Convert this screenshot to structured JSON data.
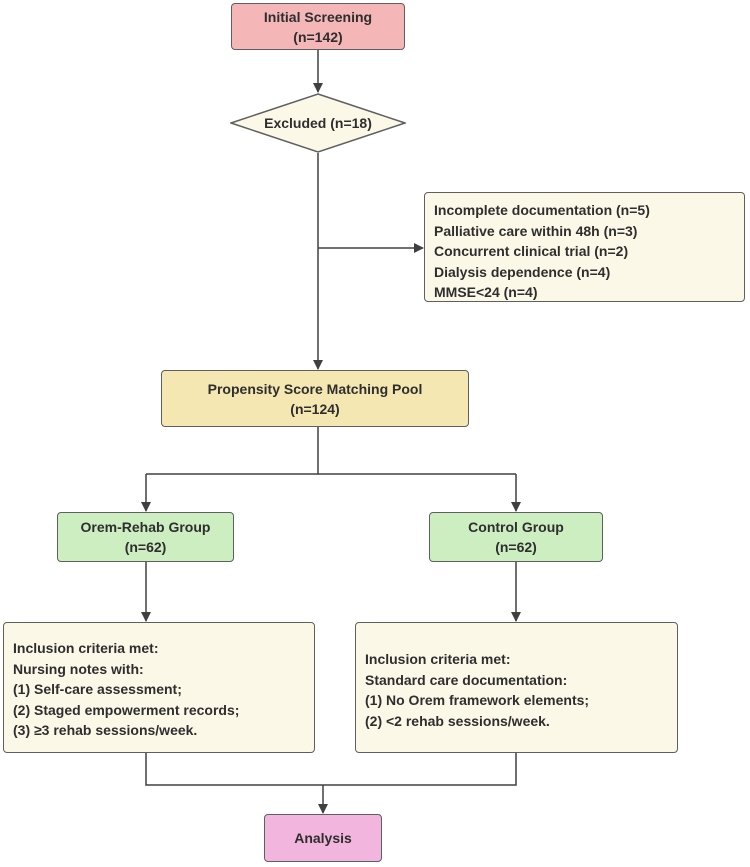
{
  "flowchart": {
    "initial_screening": {
      "title": "Initial Screening",
      "count": "(n=142)"
    },
    "excluded": {
      "label": "Excluded (n=18)"
    },
    "exclusion_reasons": [
      "Incomplete documentation (n=5)",
      "Palliative care within 48h (n=3)",
      "Concurrent clinical trial (n=2)",
      "Dialysis dependence (n=4)",
      "MMSE<24 (n=4)"
    ],
    "psm_pool": {
      "title": "Propensity Score Matching Pool",
      "count": "(n=124)"
    },
    "orem_group": {
      "title": "Orem-Rehab Group",
      "count": "(n=62)"
    },
    "control_group": {
      "title": "Control Group",
      "count": "(n=62)"
    },
    "orem_criteria": [
      "Inclusion criteria met:",
      "Nursing notes with:",
      "(1) Self-care assessment;",
      "(2) Staged empowerment records;",
      "(3) ≥3 rehab sessions/week."
    ],
    "control_criteria": [
      "Inclusion criteria met:",
      "Standard care documentation:",
      "(1) No Orem framework elements;",
      "(2) <2 rehab sessions/week."
    ],
    "analysis": {
      "label": "Analysis"
    }
  },
  "colors": {
    "screening_fill": "#f4b6b6",
    "excluded_fill": "#fcf8e8",
    "reasons_fill": "#fcf8e8",
    "pool_fill": "#f5e7b2",
    "group_fill": "#cdeec1",
    "criteria_fill": "#fcf8e8",
    "analysis_fill": "#f2b5dd",
    "stroke": "#5f5f5f",
    "text": "#2e2e2e"
  }
}
